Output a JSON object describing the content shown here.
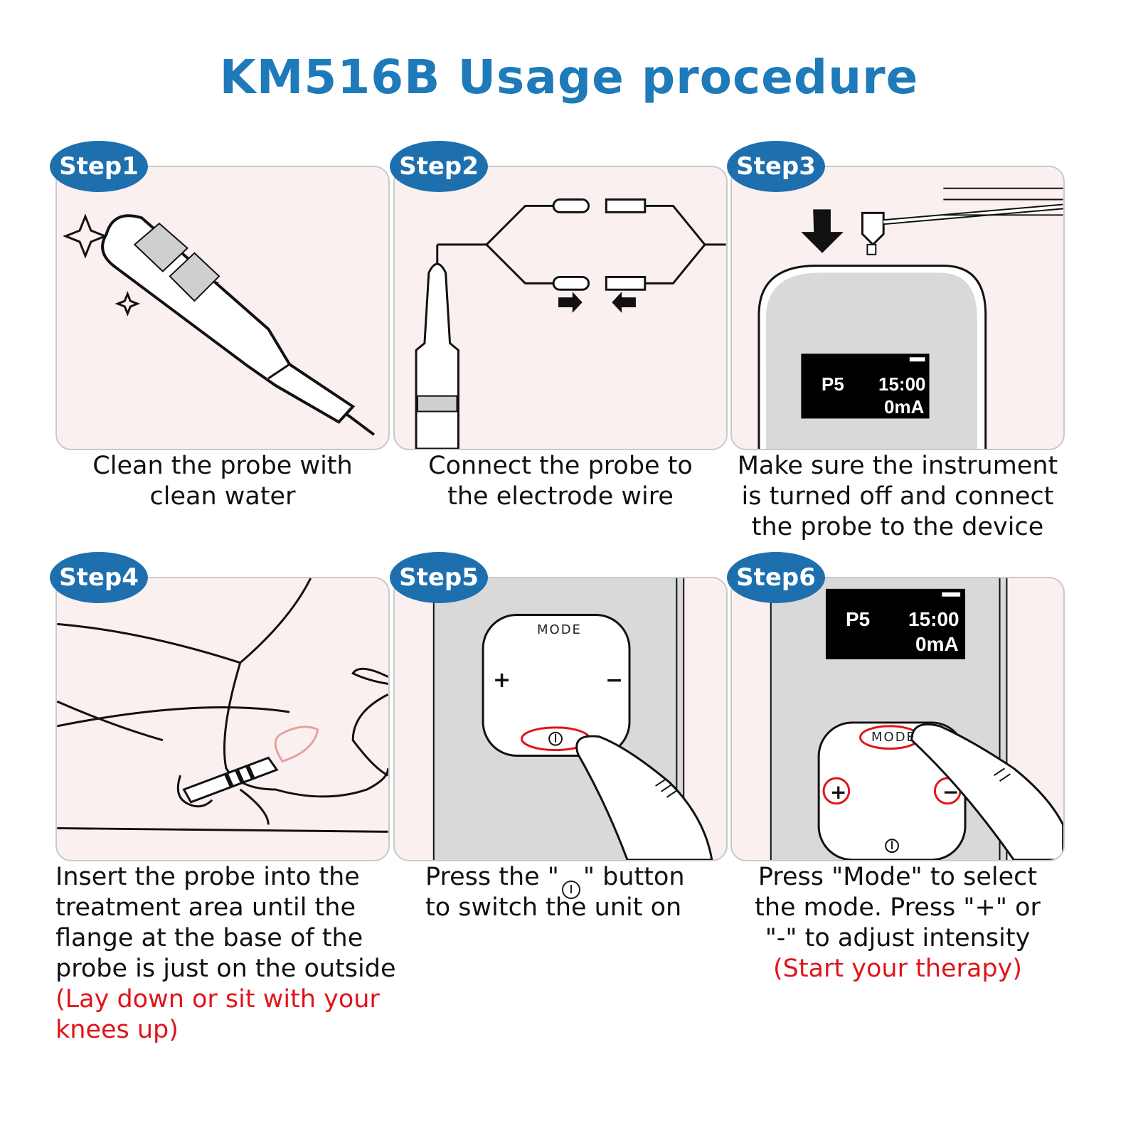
{
  "title": "KM516B Usage procedure",
  "colors": {
    "title": "#1e7ab8",
    "badge": "#1e6fae",
    "panel_bg": "#fbf0f0",
    "device_gray": "#d9d9d9",
    "highlight_red": "#e0141b"
  },
  "steps": [
    {
      "badge": "Step1",
      "caption": [
        "Clean the probe with",
        "clean water"
      ]
    },
    {
      "badge": "Step2",
      "caption": [
        "Connect the probe to",
        "the electrode wire"
      ]
    },
    {
      "badge": "Step3",
      "caption": [
        "Make sure the instrument",
        "is turned off and connect",
        "the probe to the device"
      ],
      "screen": {
        "program": "P5",
        "time": "15:00",
        "current": "0mA"
      }
    },
    {
      "badge": "Step4",
      "caption": [
        "Insert the probe into the",
        "treatment area until the",
        "flange at the base of the",
        "probe is just on the outside"
      ],
      "note": [
        "(Lay down or sit with your",
        "knees up)"
      ]
    },
    {
      "badge": "Step5",
      "caption_before": "Press the \"",
      "caption_after": "\" button",
      "caption2": "to switch the unit on",
      "keypad": {
        "mode": "MODE",
        "plus": "+",
        "minus": "−"
      }
    },
    {
      "badge": "Step6",
      "caption": [
        "Press \"Mode\" to select",
        "the mode. Press \"+\" or",
        "\"-\" to adjust intensity"
      ],
      "note": [
        "(Start your therapy)"
      ],
      "screen": {
        "program": "P5",
        "time": "15:00",
        "current": "0mA"
      },
      "keypad": {
        "mode": "MODE",
        "plus": "+",
        "minus": "−"
      }
    }
  ]
}
